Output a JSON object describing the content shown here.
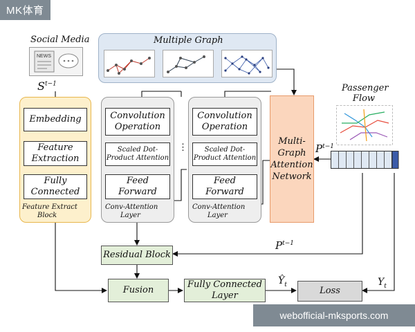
{
  "watermark_top": "MK体育",
  "watermark_bottom": "webofficial-mksports.com",
  "social_media": {
    "title": "Social Media",
    "icon": "news-chat-icon",
    "symbol": "S",
    "sup": "t−1"
  },
  "multiple_graph": {
    "title": "Multiple Graph"
  },
  "passenger_flow": {
    "title": "Passenger",
    "title2": "Flow"
  },
  "feature_block": {
    "embedding": "Embedding",
    "feature_extraction": [
      "Feature",
      "Extraction"
    ],
    "fully_connected": [
      "Fully",
      "Connected"
    ],
    "caption": [
      "Feature Extract",
      "Block"
    ]
  },
  "conv_layer": {
    "convolution": [
      "Convolution",
      "Operation"
    ],
    "attention": [
      "Scaled Dot-",
      "Product Attention"
    ],
    "feed_forward": [
      "Feed",
      "Forward"
    ],
    "caption": [
      "Conv-Attention",
      "Layer"
    ]
  },
  "dots": "⋮",
  "mgan": [
    "Multi-",
    "Graph",
    "Attention",
    "Network"
  ],
  "p_symbol": "P",
  "p_sup": "t−1",
  "residual": "Residual Block",
  "fusion": "Fusion",
  "fc_layer": [
    "Fully Connected",
    "Layer"
  ],
  "y_hat": "Ŷ",
  "y_hat_sub": "t",
  "loss": "Loss",
  "y": "Y",
  "y_sub": "t",
  "colors": {
    "feature_panel": "#fdf0cc",
    "feature_border": "#e8b64c",
    "conv_panel": "#eeeeee",
    "graph_panel": "#dfe8f3",
    "mgan": "#fbd6bd",
    "green": "#e3efd9"
  }
}
